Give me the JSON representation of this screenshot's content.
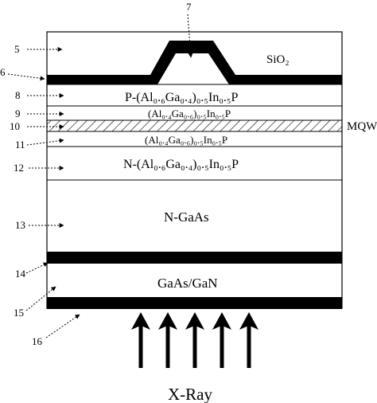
{
  "diagram": {
    "layers": {
      "sio2": "SiO₂",
      "p_cladding": "P-(Al₀.₆Ga₀.₄)₀.₅In₀.₅P",
      "upper_barrier": "(Al₀.₄Ga₀.₆)₀.₅In₀.₅P",
      "lower_barrier": "(Al₀.₄Ga₀.₆)₀.₅In₀.₅P",
      "n_cladding": "N-(Al₀.₆Ga₀.₄)₀.₅In₀.₅P",
      "substrate": "N-GaAs",
      "converter": "GaAs/GaN"
    },
    "mqw_label": "MQW",
    "xray_label": "X-Ray",
    "callouts": [
      "5",
      "6",
      "7",
      "8",
      "9",
      "10",
      "11",
      "12",
      "13",
      "14",
      "15",
      "16"
    ],
    "arrow_count": 5
  }
}
